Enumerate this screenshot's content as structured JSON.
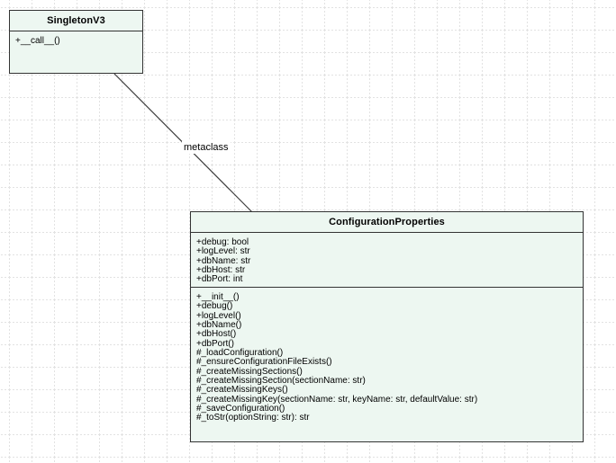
{
  "diagram": {
    "background_color": "#ffffff",
    "grid_color": "#e2e2e2",
    "node_fill_color": "#edf7f1",
    "node_border_color": "#333333",
    "edge_color": "#3d3d3d"
  },
  "classes": [
    {
      "name": "SingletonV3",
      "attributes": [],
      "methods": [
        "+__call__()"
      ]
    },
    {
      "name": "ConfigurationProperties",
      "attributes": [
        "+debug: bool",
        "+logLevel: str",
        "+dbName: str",
        "+dbHost: str",
        "+dbPort: int"
      ],
      "methods": [
        "+__init__()",
        "+debug()",
        "+logLevel()",
        "+dbName()",
        "+dbHost()",
        "+dbPort()",
        "#_loadConfiguration()",
        "#_ensureConfigurationFileExists()",
        "#_createMissingSections()",
        "#_createMissingSection(sectionName: str)",
        "#_createMissingKeys()",
        "#_createMissingKey(sectionName: str, keyName: str, defaultValue: str)",
        "#_saveConfiguration()",
        "#_toStr(optionString: str): str"
      ]
    }
  ],
  "edge": {
    "label": "metaclass"
  }
}
